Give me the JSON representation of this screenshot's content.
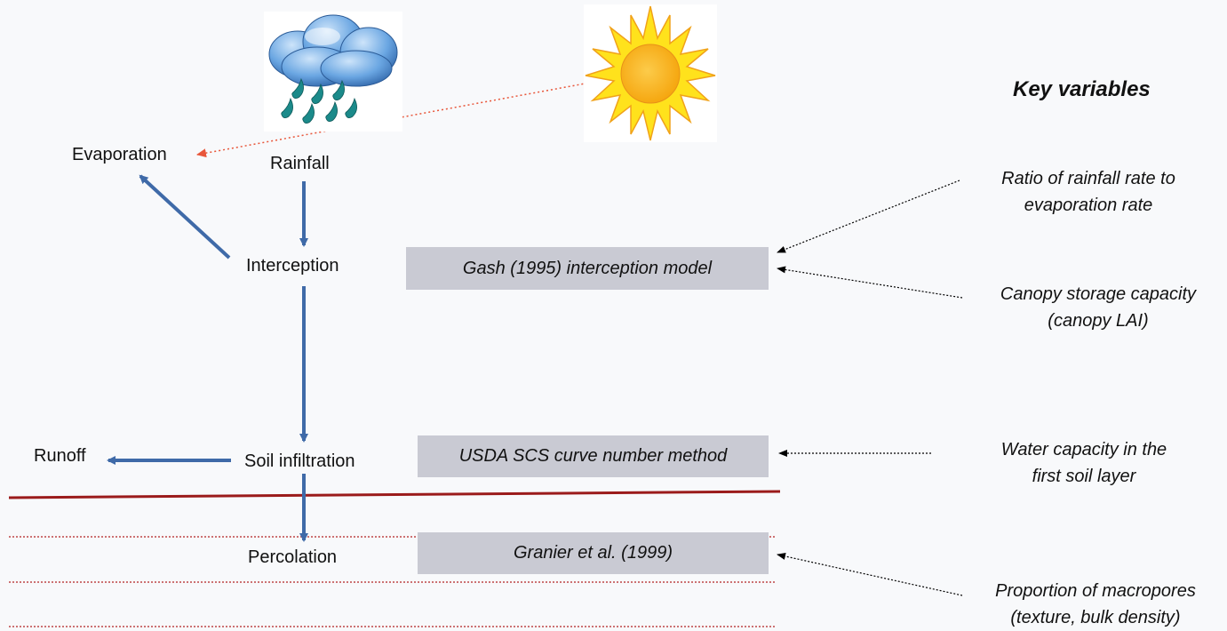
{
  "processes": {
    "evaporation": "Evaporation",
    "rainfall": "Rainfall",
    "interception": "Interception",
    "soil_infiltration": "Soil infiltration",
    "runoff": "Runoff",
    "percolation": "Percolation"
  },
  "models": {
    "interception": "Gash (1995) interception model",
    "infiltration": "USDA SCS curve number method",
    "percolation": "Granier et al. (1999)"
  },
  "key_variables": {
    "title": "Key variables",
    "ratio_line1": "Ratio of rainfall rate to",
    "ratio_line2": "evaporation rate",
    "canopy_line1": "Canopy storage capacity",
    "canopy_line2": "(canopy LAI)",
    "water_line1": "Water capacity in the",
    "water_line2": "first soil layer",
    "macro_line1": "Proportion of macropores",
    "macro_line2": "(texture, bulk density)"
  },
  "icons": {
    "cloud": "rain-cloud-icon",
    "sun": "sun-icon"
  },
  "colors": {
    "flow_arrow": "#3f6aa8",
    "soil_line": "#9b1b1b",
    "layer_dots": "#b22222",
    "evap_dots": "#e8563a",
    "model_box": "#c9cad3",
    "sun_ray": "#ffe21c",
    "sun_core": "#f9b10c",
    "cloud": "#4d8fd4",
    "rain_drop": "#1b8a8a"
  }
}
